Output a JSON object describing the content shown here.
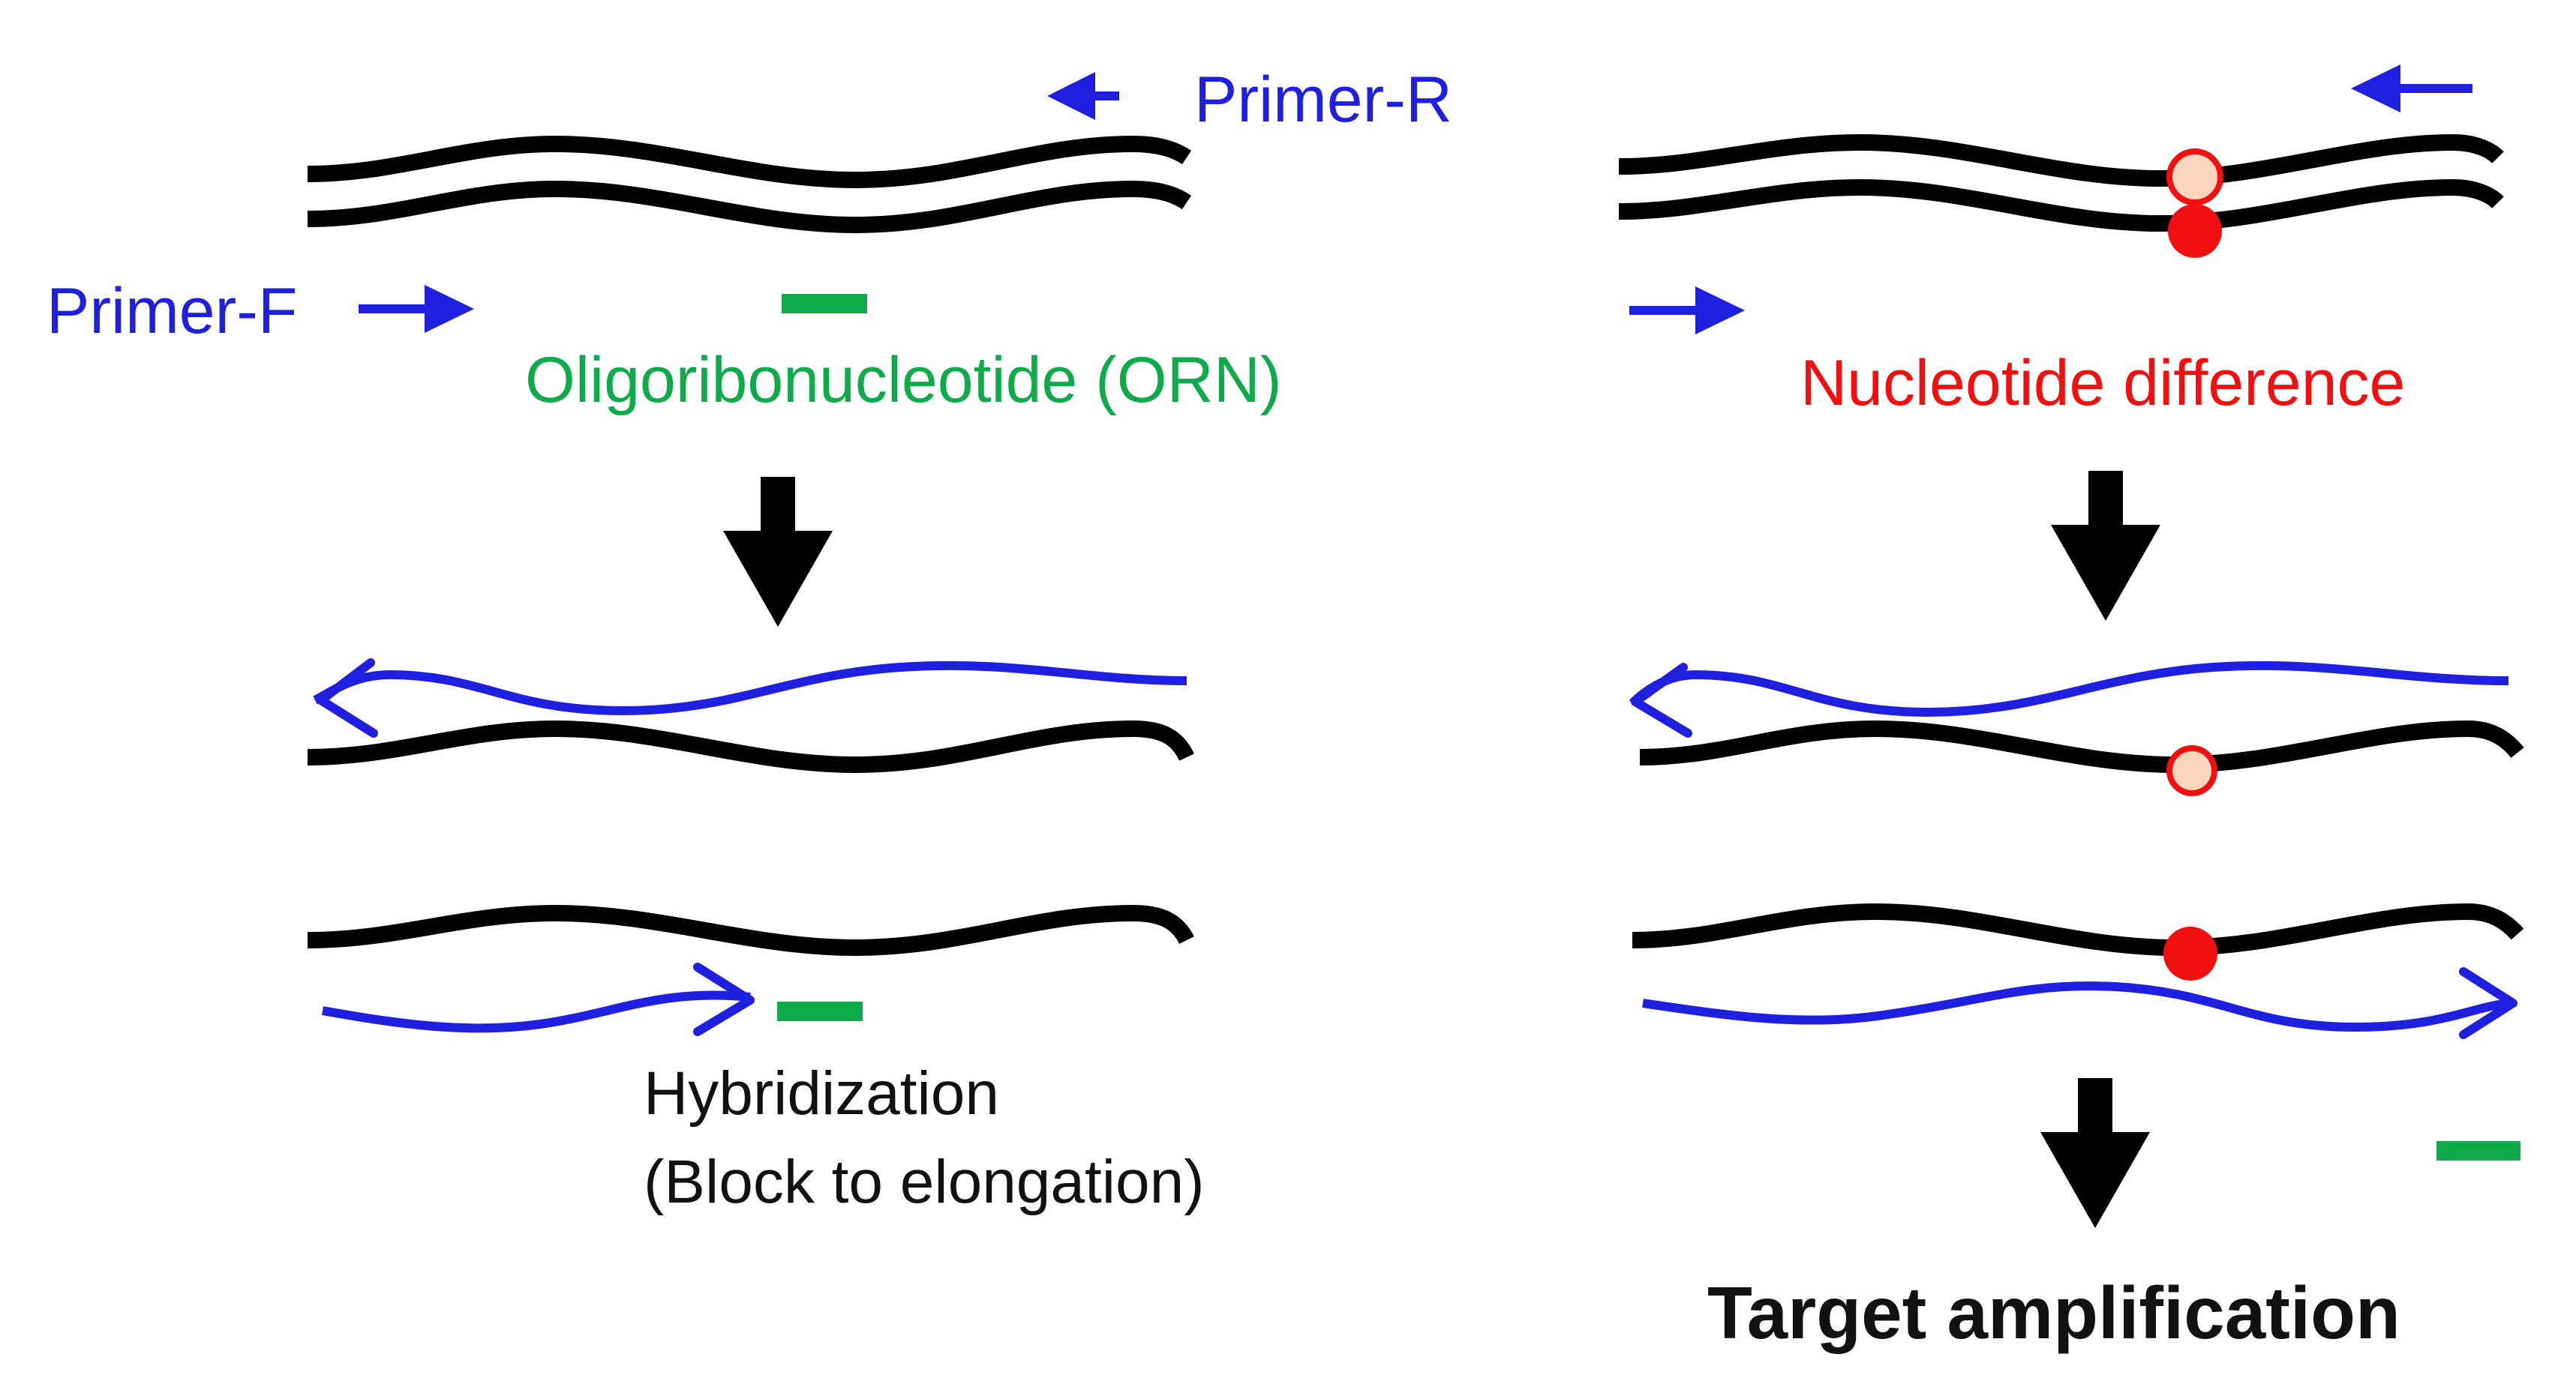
{
  "labels": {
    "primer_r": "Primer-R",
    "primer_f": "Primer-F",
    "orn": "Oligoribonucleotide (ORN)",
    "nucleotide_difference": "Nucleotide difference",
    "hybridization": "Hybridization",
    "block": "(Block to elongation)",
    "target": "Target amplification"
  },
  "colors": {
    "dna_strand": "#000000",
    "primer": "#1f1fe0",
    "orn": "#0faa4a",
    "mismatch_filled": "#f01010",
    "mismatch_light": "#f9d5bb",
    "mismatch_outline": "#f01010",
    "flow_arrow": "#000000"
  }
}
